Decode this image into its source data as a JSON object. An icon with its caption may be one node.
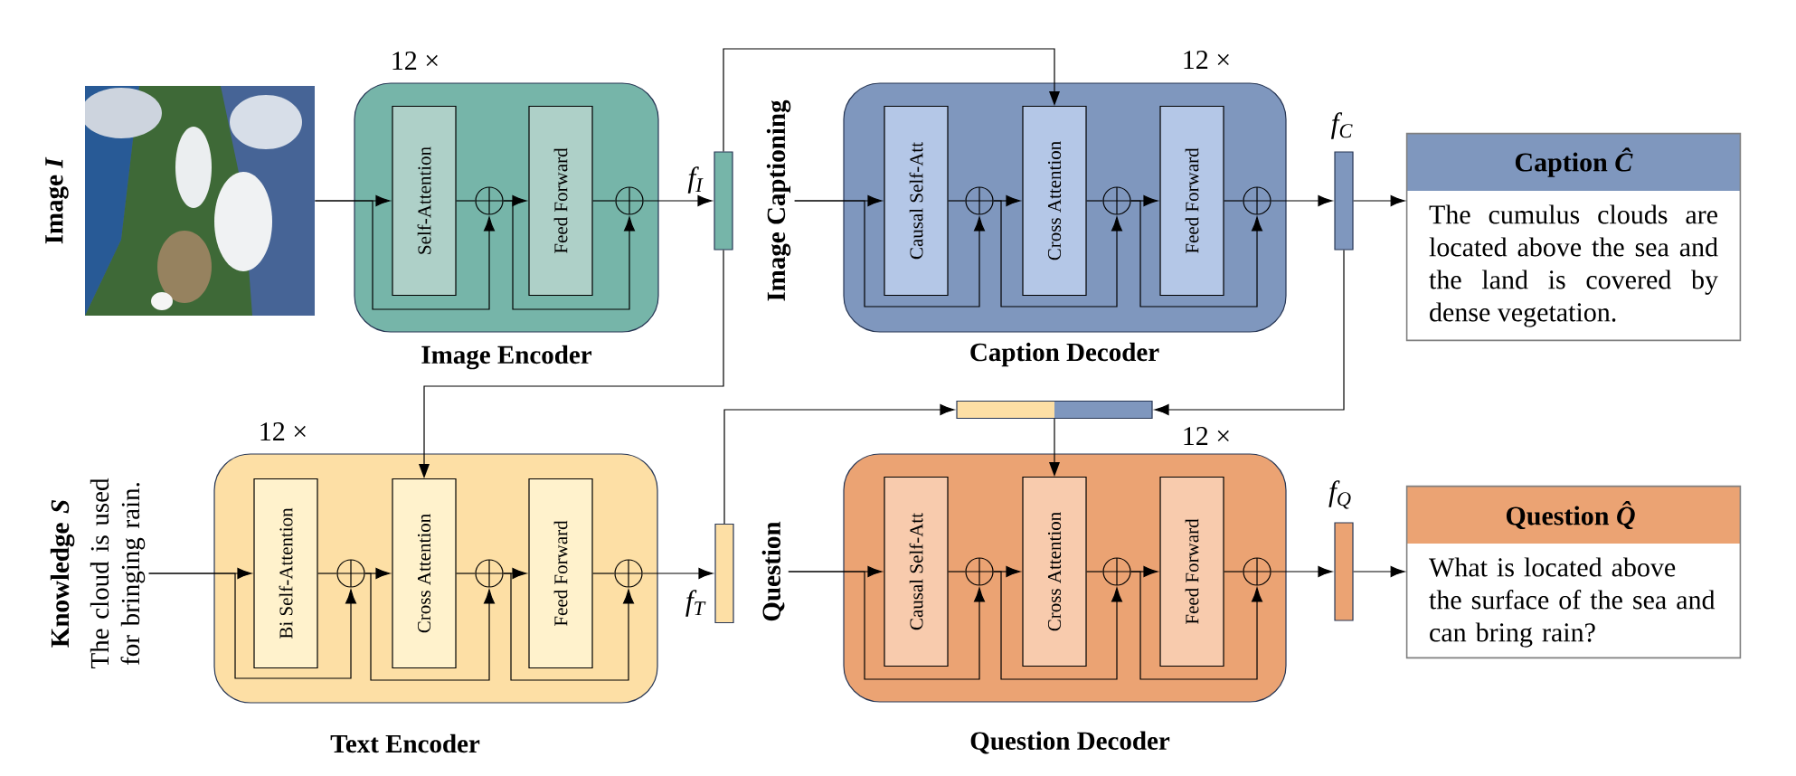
{
  "diagram": {
    "nodes": [
      {
        "text": [],
        "shape": "picture",
        "beside": [
          "Image *I*"
        ]
      },
      {
        "text": [
          "Image Encoder"
        ],
        "beside": [
          "12 ×"
        ]
      },
      {
        "text": [
          "Self-Attention"
        ],
        "in": 1
      },
      {
        "text": [],
        "shape": "circle",
        "in": 1
      },
      {
        "text": [
          "Feed Forward"
        ],
        "in": 1
      },
      {
        "text": [],
        "shape": "circle",
        "in": 1
      },
      {
        "text": [],
        "shape": "bar",
        "beside": [
          "f$_{I}$"
        ]
      },
      {
        "text": [
          "Image Captioning"
        ]
      },
      {
        "text": [
          "Caption Decoder"
        ],
        "beside": [
          "12 ×"
        ]
      },
      {
        "text": [
          "Causal  Self-Att"
        ],
        "in": 8
      },
      {
        "text": [],
        "shape": "circle",
        "in": 8
      },
      {
        "text": [
          "Cross Attention"
        ],
        "in": 8
      },
      {
        "text": [],
        "shape": "circle",
        "in": 8
      },
      {
        "text": [
          "Feed Forward"
        ],
        "in": 8
      },
      {
        "text": [],
        "shape": "circle",
        "in": 8
      },
      {
        "text": [],
        "shape": "bar",
        "beside": [
          "f$_{C}$"
        ]
      },
      {
        "text": [
          "Caption *Ĉ*",
          "The cumulus clouds are located above the sea and the land is covered by dense vegetation."
        ]
      },
      {
        "text": [
          "Knowledge *S*",
          "The cloud is used for bringing rain."
        ]
      },
      {
        "text": [
          "Text Encoder"
        ],
        "beside": [
          "12 ×"
        ]
      },
      {
        "text": [
          "Bi Self-Attention"
        ],
        "in": 18
      },
      {
        "text": [],
        "shape": "circle",
        "in": 18
      },
      {
        "text": [
          "Cross Attention"
        ],
        "in": 18
      },
      {
        "text": [],
        "shape": "circle",
        "in": 18
      },
      {
        "text": [
          "Feed Forward"
        ],
        "in": 18
      },
      {
        "text": [],
        "shape": "circle",
        "in": 18
      },
      {
        "text": [],
        "shape": "bar",
        "beside": [
          "f$_{T}$"
        ]
      },
      {
        "text": [],
        "shape": "bar"
      },
      {
        "text": [
          "Question"
        ]
      },
      {
        "text": [
          "Question Decoder"
        ],
        "beside": [
          "12 ×"
        ]
      },
      {
        "text": [
          "Causal  Self-Att"
        ],
        "in": 28
      },
      {
        "text": [],
        "shape": "circle",
        "in": 28
      },
      {
        "text": [
          "Cross Attention"
        ],
        "in": 28
      },
      {
        "text": [],
        "shape": "circle",
        "in": 28
      },
      {
        "text": [
          "Feed Forward"
        ],
        "in": 28
      },
      {
        "text": [],
        "shape": "circle",
        "in": 28
      },
      {
        "text": [],
        "shape": "bar",
        "beside": [
          "f$_{Q}$"
        ]
      },
      {
        "text": [
          "Question *Q̂*",
          "What is located above the surface of the sea and can bring rain?"
        ]
      }
    ],
    "edges": [
      {
        "from": 0,
        "to": 2,
        "arrow": "to"
      },
      {
        "from": 0,
        "to": 3,
        "arrow": "to"
      },
      {
        "from": 2,
        "to": 3,
        "arrow": "none"
      },
      {
        "from": 3,
        "to": 4,
        "arrow": "to"
      },
      {
        "from": 3,
        "to": 5,
        "arrow": "to"
      },
      {
        "from": 4,
        "to": 5,
        "arrow": "none"
      },
      {
        "from": 5,
        "to": 6,
        "arrow": "to"
      },
      {
        "from": 6,
        "to": 11,
        "arrow": "to"
      },
      {
        "from": 6,
        "to": 21,
        "arrow": "to"
      },
      {
        "from": 7,
        "to": 9,
        "arrow": "to"
      },
      {
        "from": 7,
        "to": 10,
        "arrow": "to"
      },
      {
        "from": 9,
        "to": 10,
        "arrow": "none"
      },
      {
        "from": 10,
        "to": 11,
        "arrow": "to"
      },
      {
        "from": 10,
        "to": 12,
        "arrow": "to"
      },
      {
        "from": 11,
        "to": 12,
        "arrow": "none"
      },
      {
        "from": 12,
        "to": 13,
        "arrow": "to"
      },
      {
        "from": 12,
        "to": 14,
        "arrow": "to"
      },
      {
        "from": 13,
        "to": 14,
        "arrow": "none"
      },
      {
        "from": 14,
        "to": 15,
        "arrow": "to"
      },
      {
        "from": 15,
        "to": 16,
        "arrow": "to"
      },
      {
        "from": 15,
        "to": 26,
        "arrow": "to"
      },
      {
        "from": 17,
        "to": 19,
        "arrow": "to"
      },
      {
        "from": 17,
        "to": 20,
        "arrow": "to"
      },
      {
        "from": 19,
        "to": 20,
        "arrow": "none"
      },
      {
        "from": 20,
        "to": 21,
        "arrow": "to"
      },
      {
        "from": 20,
        "to": 22,
        "arrow": "to"
      },
      {
        "from": 21,
        "to": 22,
        "arrow": "none"
      },
      {
        "from": 22,
        "to": 23,
        "arrow": "to"
      },
      {
        "from": 22,
        "to": 24,
        "arrow": "to"
      },
      {
        "from": 23,
        "to": 24,
        "arrow": "none"
      },
      {
        "from": 24,
        "to": 25,
        "arrow": "to"
      },
      {
        "from": 25,
        "to": 26,
        "arrow": "to"
      },
      {
        "from": 26,
        "to": 31,
        "arrow": "to"
      },
      {
        "from": 27,
        "to": 29,
        "arrow": "to"
      },
      {
        "from": 27,
        "to": 30,
        "arrow": "to"
      },
      {
        "from": 29,
        "to": 30,
        "arrow": "none"
      },
      {
        "from": 30,
        "to": 31,
        "arrow": "to"
      },
      {
        "from": 30,
        "to": 32,
        "arrow": "to"
      },
      {
        "from": 31,
        "to": 32,
        "arrow": "none"
      },
      {
        "from": 32,
        "to": 33,
        "arrow": "to"
      },
      {
        "from": 32,
        "to": 34,
        "arrow": "to"
      },
      {
        "from": 33,
        "to": 34,
        "arrow": "none"
      },
      {
        "from": 34,
        "to": 35,
        "arrow": "to"
      },
      {
        "from": 35,
        "to": 36,
        "arrow": "to"
      }
    ]
  }
}
